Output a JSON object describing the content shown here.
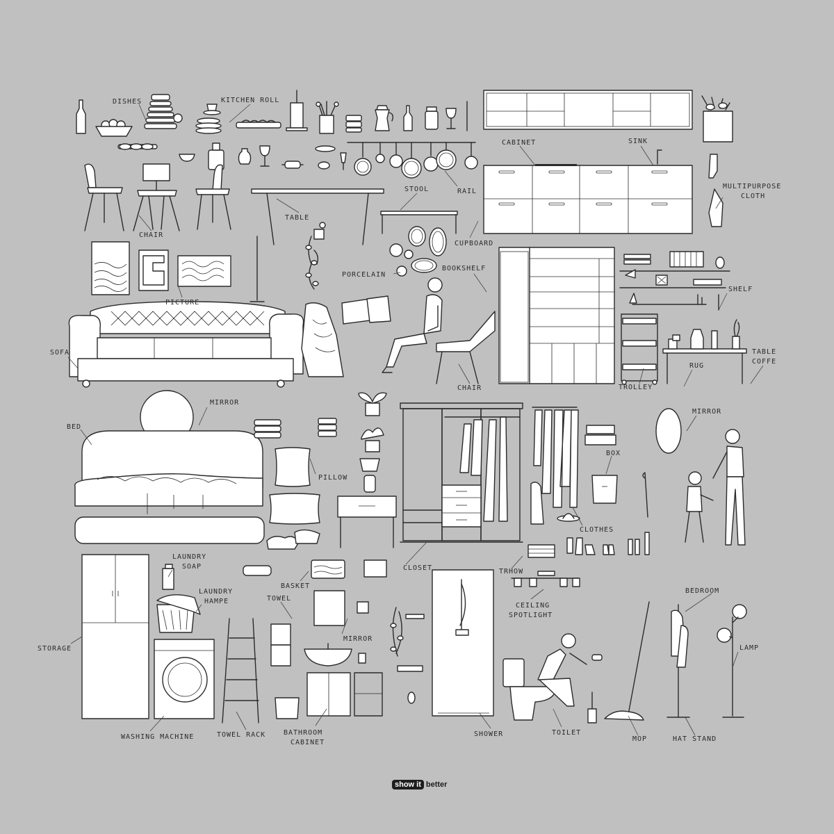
{
  "labels": {
    "dishes": "DISHES",
    "kitchen_roll": "KITCHEN ROLL",
    "cabinet": "CABINET",
    "sink": "SINK",
    "multipurpose_1": "MULTIPURPOSE",
    "multipurpose_2": "CLOTH",
    "chair_1": "CHAIR",
    "table": "TABLE",
    "stool": "STOOL",
    "rail": "RAIL",
    "cupboard": "CUPBOARD",
    "porcelain": "PORCELAIN",
    "bookshelf": "BOOKSHELF",
    "shelf": "SHELF",
    "picture": "PICTURE",
    "sofa": "SOFA",
    "chair_2": "CHAIR",
    "trolley": "TROLLEY",
    "rug": "RUG",
    "table_coffe_1": "TABLE",
    "table_coffe_2": "COFFE",
    "mirror_1": "MIRROR",
    "mirror_2": "MIRROR",
    "bed": "BED",
    "pillow": "PILLOW",
    "box": "BOX",
    "clothes": "CLOTHES",
    "closet": "CLOSET",
    "trhow": "TRHOW",
    "laundry_soap_1": "LAUNDRY",
    "laundry_soap_2": "SOAP",
    "laundry_hampe_1": "LAUNDRY",
    "laundry_hampe_2": "HAMPE",
    "basket": "BASKET",
    "towel": "TOWEL",
    "ceiling_spotlight_1": "CEILING",
    "ceiling_spotlight_2": "SPOTLIGHT",
    "bedroom": "BEDROOM",
    "storage": "STORAGE",
    "mirror_3": "MIRROR",
    "lamp": "LAMP",
    "washing_machine": "WASHING MACHINE",
    "towel_rack": "TOWEL RACK",
    "bathroom_cabinet_1": "BATHROOM",
    "bathroom_cabinet_2": "CABINET",
    "shower": "SHOWER",
    "toilet": "TOILET",
    "mop": "MOP",
    "hat_stand": "HAT STAND"
  },
  "brand": {
    "part1": "show it",
    "part2": "better"
  },
  "colors": {
    "background": "#c0c0c0",
    "fill": "#ffffff",
    "stroke": "#2b2b2b"
  }
}
